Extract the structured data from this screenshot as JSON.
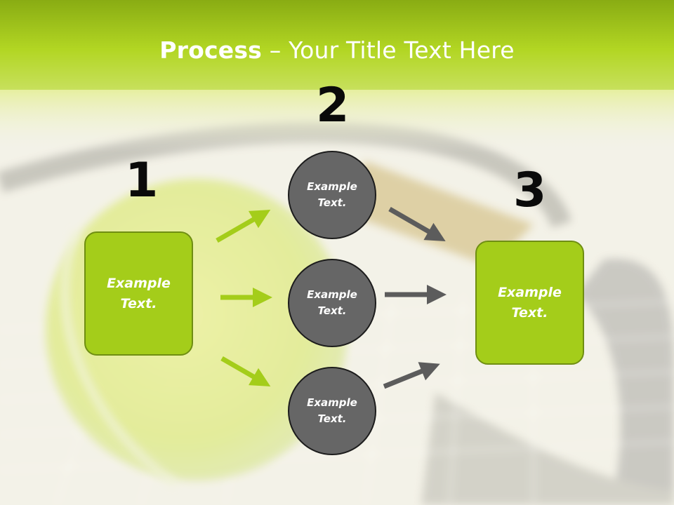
{
  "title": {
    "bold": "Process",
    "rest": " – Your Title Text Here"
  },
  "steps": [
    {
      "number": "1",
      "text": "Example\nText."
    },
    {
      "number": "2",
      "circles": [
        "Example\nText.",
        "Example\nText.",
        "Example\nText."
      ]
    },
    {
      "number": "3",
      "text": "Example\nText."
    }
  ],
  "colors": {
    "accent": "#a4cd1a",
    "circle": "#666666",
    "arrow_dark": "#5c5c5c"
  }
}
